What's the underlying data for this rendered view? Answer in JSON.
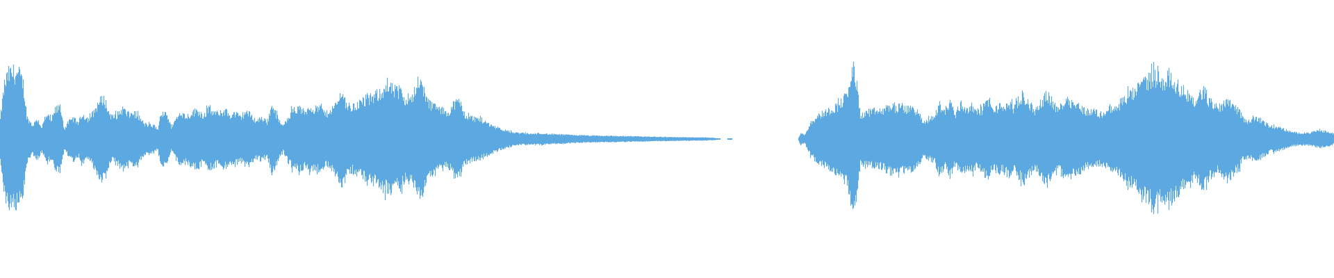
{
  "waveform": {
    "color": "#5DA9E1",
    "background": "#FFFFFF",
    "envelope": [
      [
        0.0,
        0.2
      ],
      [
        0.003,
        0.55
      ],
      [
        0.006,
        0.66
      ],
      [
        0.01,
        0.68
      ],
      [
        0.014,
        0.66
      ],
      [
        0.017,
        0.58
      ],
      [
        0.02,
        0.22
      ],
      [
        0.024,
        0.14
      ],
      [
        0.028,
        0.2
      ],
      [
        0.031,
        0.12
      ],
      [
        0.035,
        0.24
      ],
      [
        0.038,
        0.19
      ],
      [
        0.042,
        0.3
      ],
      [
        0.045,
        0.33
      ],
      [
        0.048,
        0.1
      ],
      [
        0.051,
        0.17
      ],
      [
        0.055,
        0.21
      ],
      [
        0.058,
        0.16
      ],
      [
        0.062,
        0.25
      ],
      [
        0.066,
        0.2
      ],
      [
        0.07,
        0.27
      ],
      [
        0.074,
        0.38
      ],
      [
        0.078,
        0.41
      ],
      [
        0.081,
        0.28
      ],
      [
        0.084,
        0.22
      ],
      [
        0.088,
        0.25
      ],
      [
        0.092,
        0.31
      ],
      [
        0.096,
        0.24
      ],
      [
        0.1,
        0.27
      ],
      [
        0.104,
        0.22
      ],
      [
        0.108,
        0.15
      ],
      [
        0.112,
        0.14
      ],
      [
        0.116,
        0.13
      ],
      [
        0.118,
        0.09
      ],
      [
        0.12,
        0.22
      ],
      [
        0.124,
        0.29
      ],
      [
        0.128,
        0.12
      ],
      [
        0.132,
        0.21
      ],
      [
        0.136,
        0.26
      ],
      [
        0.14,
        0.23
      ],
      [
        0.144,
        0.27
      ],
      [
        0.148,
        0.29
      ],
      [
        0.152,
        0.24
      ],
      [
        0.156,
        0.3
      ],
      [
        0.16,
        0.27
      ],
      [
        0.164,
        0.25
      ],
      [
        0.168,
        0.29
      ],
      [
        0.172,
        0.24
      ],
      [
        0.176,
        0.26
      ],
      [
        0.18,
        0.22
      ],
      [
        0.184,
        0.28
      ],
      [
        0.188,
        0.24
      ],
      [
        0.192,
        0.18
      ],
      [
        0.196,
        0.22
      ],
      [
        0.2,
        0.17
      ],
      [
        0.204,
        0.35
      ],
      [
        0.208,
        0.21
      ],
      [
        0.212,
        0.12
      ],
      [
        0.216,
        0.24
      ],
      [
        0.22,
        0.29
      ],
      [
        0.224,
        0.31
      ],
      [
        0.228,
        0.27
      ],
      [
        0.232,
        0.33
      ],
      [
        0.236,
        0.3
      ],
      [
        0.24,
        0.32
      ],
      [
        0.244,
        0.25
      ],
      [
        0.248,
        0.3
      ],
      [
        0.252,
        0.35
      ],
      [
        0.256,
        0.48
      ],
      [
        0.26,
        0.34
      ],
      [
        0.264,
        0.32
      ],
      [
        0.268,
        0.36
      ],
      [
        0.272,
        0.38
      ],
      [
        0.276,
        0.4
      ],
      [
        0.28,
        0.43
      ],
      [
        0.284,
        0.47
      ],
      [
        0.288,
        0.5
      ],
      [
        0.292,
        0.52
      ],
      [
        0.296,
        0.49
      ],
      [
        0.3,
        0.46
      ],
      [
        0.304,
        0.41
      ],
      [
        0.308,
        0.44
      ],
      [
        0.312,
        0.5
      ],
      [
        0.316,
        0.58
      ],
      [
        0.32,
        0.38
      ],
      [
        0.324,
        0.34
      ],
      [
        0.328,
        0.31
      ],
      [
        0.332,
        0.29
      ],
      [
        0.336,
        0.27
      ],
      [
        0.34,
        0.36
      ],
      [
        0.344,
        0.38
      ],
      [
        0.348,
        0.25
      ],
      [
        0.352,
        0.22
      ],
      [
        0.356,
        0.21
      ],
      [
        0.36,
        0.2
      ],
      [
        0.364,
        0.17
      ],
      [
        0.368,
        0.14
      ],
      [
        0.372,
        0.12
      ],
      [
        0.376,
        0.1
      ],
      [
        0.38,
        0.08
      ],
      [
        0.385,
        0.065
      ],
      [
        0.39,
        0.06
      ],
      [
        0.395,
        0.055
      ],
      [
        0.4,
        0.05
      ],
      [
        0.405,
        0.06
      ],
      [
        0.41,
        0.05
      ],
      [
        0.42,
        0.045
      ],
      [
        0.43,
        0.04
      ],
      [
        0.44,
        0.035
      ],
      [
        0.45,
        0.032
      ],
      [
        0.46,
        0.03
      ],
      [
        0.47,
        0.028
      ],
      [
        0.48,
        0.025
      ],
      [
        0.49,
        0.022
      ],
      [
        0.5,
        0.02
      ],
      [
        0.51,
        0.018
      ],
      [
        0.52,
        0.016
      ],
      [
        0.53,
        0.015
      ],
      [
        0.535,
        0.012
      ],
      [
        0.54,
        0.0
      ],
      [
        0.545,
        0.0
      ],
      [
        0.547,
        0.01
      ],
      [
        0.549,
        0.0
      ],
      [
        0.56,
        0.0
      ],
      [
        0.59,
        0.0
      ],
      [
        0.598,
        0.0
      ],
      [
        0.6,
        0.06
      ],
      [
        0.603,
        0.04
      ],
      [
        0.607,
        0.15
      ],
      [
        0.612,
        0.23
      ],
      [
        0.618,
        0.27
      ],
      [
        0.624,
        0.31
      ],
      [
        0.628,
        0.34
      ],
      [
        0.632,
        0.4
      ],
      [
        0.636,
        0.47
      ],
      [
        0.639,
        0.74
      ],
      [
        0.642,
        0.55
      ],
      [
        0.645,
        0.22
      ],
      [
        0.648,
        0.27
      ],
      [
        0.652,
        0.26
      ],
      [
        0.656,
        0.29
      ],
      [
        0.66,
        0.28
      ],
      [
        0.664,
        0.31
      ],
      [
        0.668,
        0.34
      ],
      [
        0.672,
        0.31
      ],
      [
        0.676,
        0.33
      ],
      [
        0.68,
        0.3
      ],
      [
        0.684,
        0.32
      ],
      [
        0.688,
        0.27
      ],
      [
        0.692,
        0.16
      ],
      [
        0.696,
        0.2
      ],
      [
        0.7,
        0.22
      ],
      [
        0.704,
        0.35
      ],
      [
        0.708,
        0.28
      ],
      [
        0.712,
        0.38
      ],
      [
        0.716,
        0.25
      ],
      [
        0.72,
        0.36
      ],
      [
        0.724,
        0.3
      ],
      [
        0.728,
        0.33
      ],
      [
        0.732,
        0.27
      ],
      [
        0.736,
        0.3
      ],
      [
        0.74,
        0.4
      ],
      [
        0.744,
        0.29
      ],
      [
        0.748,
        0.33
      ],
      [
        0.752,
        0.32
      ],
      [
        0.756,
        0.36
      ],
      [
        0.76,
        0.31
      ],
      [
        0.764,
        0.38
      ],
      [
        0.768,
        0.42
      ],
      [
        0.772,
        0.34
      ],
      [
        0.776,
        0.29
      ],
      [
        0.78,
        0.36
      ],
      [
        0.784,
        0.46
      ],
      [
        0.788,
        0.4
      ],
      [
        0.792,
        0.29
      ],
      [
        0.796,
        0.35
      ],
      [
        0.8,
        0.42
      ],
      [
        0.804,
        0.36
      ],
      [
        0.808,
        0.34
      ],
      [
        0.812,
        0.3
      ],
      [
        0.816,
        0.27
      ],
      [
        0.82,
        0.29
      ],
      [
        0.824,
        0.25
      ],
      [
        0.828,
        0.27
      ],
      [
        0.832,
        0.32
      ],
      [
        0.836,
        0.29
      ],
      [
        0.84,
        0.37
      ],
      [
        0.844,
        0.42
      ],
      [
        0.848,
        0.45
      ],
      [
        0.852,
        0.5
      ],
      [
        0.856,
        0.56
      ],
      [
        0.86,
        0.6
      ],
      [
        0.864,
        0.64
      ],
      [
        0.868,
        0.62
      ],
      [
        0.872,
        0.59
      ],
      [
        0.876,
        0.64
      ],
      [
        0.88,
        0.58
      ],
      [
        0.884,
        0.52
      ],
      [
        0.888,
        0.48
      ],
      [
        0.892,
        0.43
      ],
      [
        0.896,
        0.36
      ],
      [
        0.9,
        0.48
      ],
      [
        0.904,
        0.41
      ],
      [
        0.908,
        0.37
      ],
      [
        0.912,
        0.32
      ],
      [
        0.916,
        0.35
      ],
      [
        0.92,
        0.4
      ],
      [
        0.924,
        0.36
      ],
      [
        0.928,
        0.29
      ],
      [
        0.932,
        0.2
      ],
      [
        0.936,
        0.18
      ],
      [
        0.94,
        0.22
      ],
      [
        0.944,
        0.2
      ],
      [
        0.948,
        0.16
      ],
      [
        0.952,
        0.13
      ],
      [
        0.956,
        0.12
      ],
      [
        0.96,
        0.11
      ],
      [
        0.964,
        0.09
      ],
      [
        0.968,
        0.07
      ],
      [
        0.972,
        0.065
      ],
      [
        0.976,
        0.06
      ],
      [
        0.98,
        0.06
      ],
      [
        0.984,
        0.07
      ],
      [
        0.988,
        0.085
      ],
      [
        0.992,
        0.08
      ],
      [
        0.996,
        0.07
      ],
      [
        1.0,
        0.05
      ]
    ]
  }
}
